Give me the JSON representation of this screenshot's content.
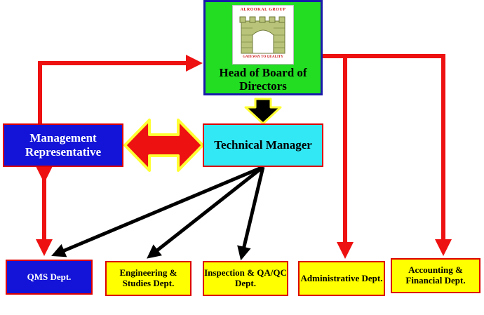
{
  "head": {
    "logo_top": "ALROOKAL GROUP",
    "logo_bottom": "GATEWAY TO QUALITY",
    "title": "Head of Board of Directors"
  },
  "management": {
    "label": "Management Representative"
  },
  "technical": {
    "label": "Technical Manager"
  },
  "departments": {
    "qms": "QMS Dept.",
    "engineering": "Engineering & Studies Dept.",
    "inspection": "Inspection & QA/QC Dept.",
    "administrative": "Administrative Dept.",
    "accounting": "Accounting & Financial Dept."
  },
  "colors": {
    "connector_red": "#ee1111",
    "head_fill": "#22dd22",
    "head_border": "#1a1aaa",
    "management_fill": "#1414d8",
    "technical_fill": "#33e8f5",
    "dept_fill": "#ffff00",
    "qms_fill": "#1414d8",
    "box_border": "#dd0000",
    "arrow_outline": "#ffff33"
  }
}
